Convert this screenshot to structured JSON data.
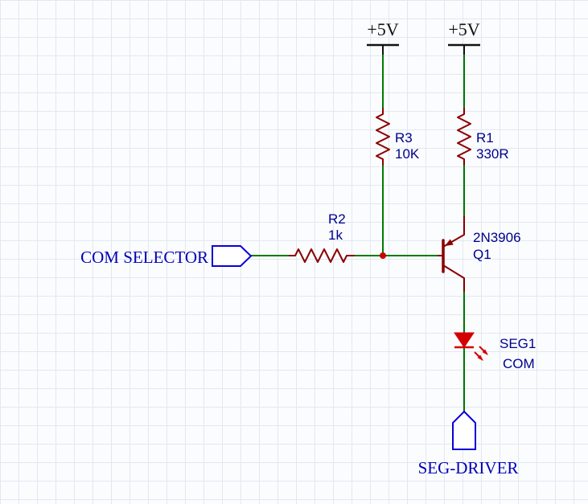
{
  "canvas": {
    "background": "#fbfcfe",
    "grid_color": "#e2e8f1"
  },
  "colors": {
    "wire": "#007a00",
    "component": "#8b0000",
    "junction": "#cc0000",
    "led": "#d40000",
    "component_label": "#00008b",
    "net_label": "#0000b4",
    "port_outline": "#0b00d9",
    "power_symbol": "#111111"
  },
  "power_flags": [
    {
      "label": "+5V"
    },
    {
      "label": "+5V"
    }
  ],
  "components": {
    "r3": {
      "designator": "R3",
      "value": "10K"
    },
    "r1": {
      "designator": "R1",
      "value": "330R"
    },
    "r2": {
      "designator": "R2",
      "value": "1k"
    },
    "q1": {
      "part": "2N3906",
      "designator": "Q1"
    },
    "led": {
      "labels": {
        "line1": "SEG1",
        "line2": "COM"
      }
    }
  },
  "ports": {
    "com_selector": {
      "label": "COM SELECTOR"
    },
    "seg_driver": {
      "label": "SEG-DRIVER"
    }
  }
}
